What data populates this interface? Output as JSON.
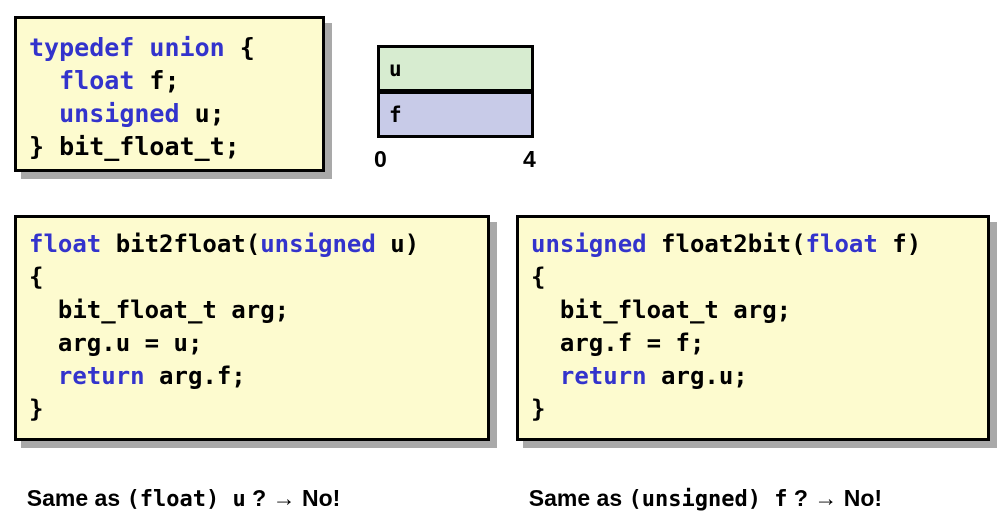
{
  "typedef_box": {
    "lines": [
      [
        {
          "t": "typedef union ",
          "kw": true
        },
        {
          "t": "{",
          "kw": false
        }
      ],
      [
        {
          "t": "  ",
          "kw": false
        },
        {
          "t": "float",
          "kw": true
        },
        {
          "t": " f;",
          "kw": false
        }
      ],
      [
        {
          "t": "  ",
          "kw": false
        },
        {
          "t": "unsigned",
          "kw": true
        },
        {
          "t": " u;",
          "kw": false
        }
      ],
      [
        {
          "t": "} bit_float_t;",
          "kw": false
        }
      ]
    ]
  },
  "memory_diagram": {
    "cells": [
      {
        "label": "u",
        "color": "#d7ecd0"
      },
      {
        "label": "f",
        "color": "#c8cbe8"
      }
    ],
    "ticks": [
      "0",
      "4"
    ]
  },
  "bit2float_box": {
    "lines": [
      [
        {
          "t": "float",
          "kw": true
        },
        {
          "t": " bit2float(",
          "kw": false
        },
        {
          "t": "unsigned",
          "kw": true
        },
        {
          "t": " u)",
          "kw": false
        }
      ],
      [
        {
          "t": "{",
          "kw": false
        }
      ],
      [
        {
          "t": "  bit_float_t arg;",
          "kw": false
        }
      ],
      [
        {
          "t": "  arg.u = u;",
          "kw": false
        }
      ],
      [
        {
          "t": "  ",
          "kw": false
        },
        {
          "t": "return",
          "kw": true
        },
        {
          "t": " arg.f;",
          "kw": false
        }
      ],
      [
        {
          "t": "}",
          "kw": false
        }
      ]
    ]
  },
  "float2bit_box": {
    "lines": [
      [
        {
          "t": "unsigned",
          "kw": true
        },
        {
          "t": " float2bit(",
          "kw": false
        },
        {
          "t": "float",
          "kw": true
        },
        {
          "t": " f)",
          "kw": false
        }
      ],
      [
        {
          "t": "{",
          "kw": false
        }
      ],
      [
        {
          "t": "  bit_float_t arg;",
          "kw": false
        }
      ],
      [
        {
          "t": "  arg.f = f;",
          "kw": false
        }
      ],
      [
        {
          "t": "  ",
          "kw": false
        },
        {
          "t": "return",
          "kw": true
        },
        {
          "t": " arg.u;",
          "kw": false
        }
      ],
      [
        {
          "t": "}",
          "kw": false
        }
      ]
    ]
  },
  "captions": {
    "left": {
      "prefix": "Same as ",
      "code": "(float) u",
      "suffix": " ? → No!"
    },
    "right": {
      "prefix": "Same as ",
      "code": "(unsigned) f",
      "suffix": " ? → No!"
    }
  },
  "colors": {
    "code_background": "#fdfbcf",
    "keyword_blue": "#3333cc",
    "border_black": "#000000",
    "shadow_gray": "#a9a9a9",
    "cell_u_green": "#d7ecd0",
    "cell_f_lavender": "#c8cbe8"
  }
}
